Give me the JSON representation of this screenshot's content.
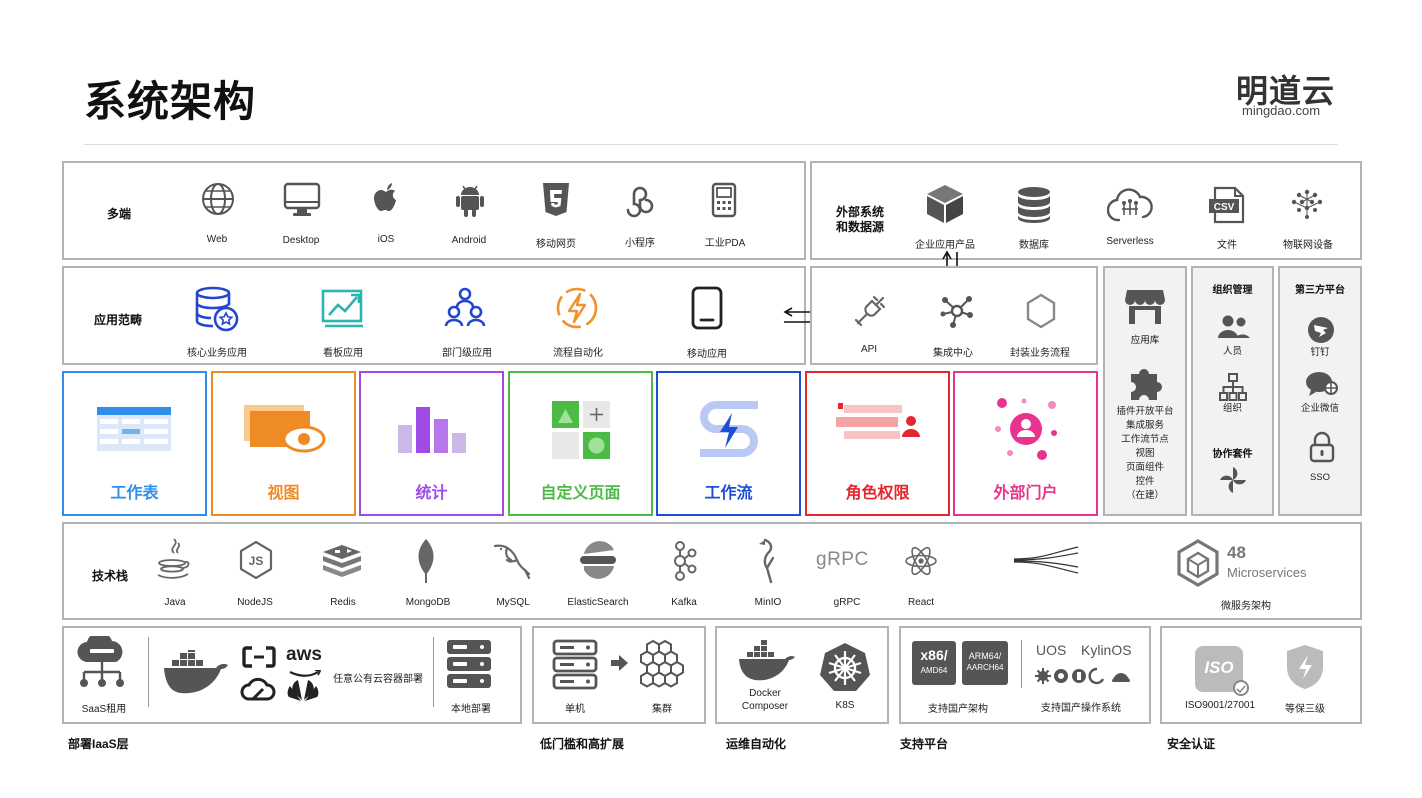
{
  "title": "系统架构",
  "brand": {
    "name": "明道云",
    "url": "mingdao.com"
  },
  "multi_end": {
    "label": "多端",
    "items": [
      "Web",
      "Desktop",
      "iOS",
      "Android",
      "移动网页",
      "小程序",
      "工业PDA"
    ]
  },
  "external": {
    "label_line1": "外部系统",
    "label_line2": "和数据源",
    "items": [
      "企业应用产品",
      "数据库",
      "Serverless",
      "文件",
      "物联网设备"
    ]
  },
  "paradigm": {
    "label": "应用范畴",
    "items": [
      "核心业务应用",
      "看板应用",
      "部门级应用",
      "流程自动化",
      "移动应用"
    ]
  },
  "integration": {
    "items": [
      "API",
      "集成中心",
      "封装业务流程"
    ]
  },
  "modules": [
    {
      "label": "工作表",
      "color": "#2f8fea"
    },
    {
      "label": "视图",
      "color": "#ef8b25"
    },
    {
      "label": "统计",
      "color": "#a04be6"
    },
    {
      "label": "自定义页面",
      "color": "#4cbb45"
    },
    {
      "label": "工作流",
      "color": "#1d4fd6"
    },
    {
      "label": "角色权限",
      "color": "#e6262e"
    },
    {
      "label": "外部门户",
      "color": "#e8348e"
    }
  ],
  "app_store": {
    "label": "应用库",
    "plugin_title": "插件开放平台",
    "plugin_items": [
      "集成服务",
      "工作流节点",
      "视图",
      "页面组件",
      "控件",
      "（在建）"
    ]
  },
  "org": {
    "title": "组织管理",
    "items": [
      "人员",
      "组织"
    ],
    "suite": "协作套件"
  },
  "third_party": {
    "title": "第三方平台",
    "items": [
      "钉钉",
      "企业微信",
      "SSO"
    ]
  },
  "tech_stack": {
    "label": "技术栈",
    "items": [
      "Java",
      "NodeJS",
      "Redis",
      "MongoDB",
      "MySQL",
      "ElasticSearch",
      "Kafka",
      "MinIO",
      "gRPC",
      "React"
    ],
    "grpc_logo": "gRPC",
    "microservices_count": "48",
    "microservices_word": "Microservices",
    "microservices_label": "微服务架构"
  },
  "deploy": {
    "saas": "SaaS租用",
    "aws": "aws",
    "public_cloud": "任意公有云容器部署",
    "local": "本地部署",
    "single": "单机",
    "cluster": "集群",
    "docker_line1": "Docker",
    "docker_line2": "Composer",
    "k8s": "K8S",
    "x86_big": "x86/",
    "x86_small": "AMD64",
    "arm_line1": "ARM64/",
    "arm_line2": "AARCH64",
    "arch_label": "支持国产架构",
    "uos": "UOS",
    "kylin": "KylinOS",
    "os_label": "支持国产操作系统",
    "iso_badge": "ISO",
    "iso_label": "ISO9001/27001",
    "level3": "等保三级"
  },
  "bottom_labels": [
    "部署IaaS层",
    "低门槛和高扩展",
    "运维自动化",
    "支持平台",
    "安全认证"
  ]
}
